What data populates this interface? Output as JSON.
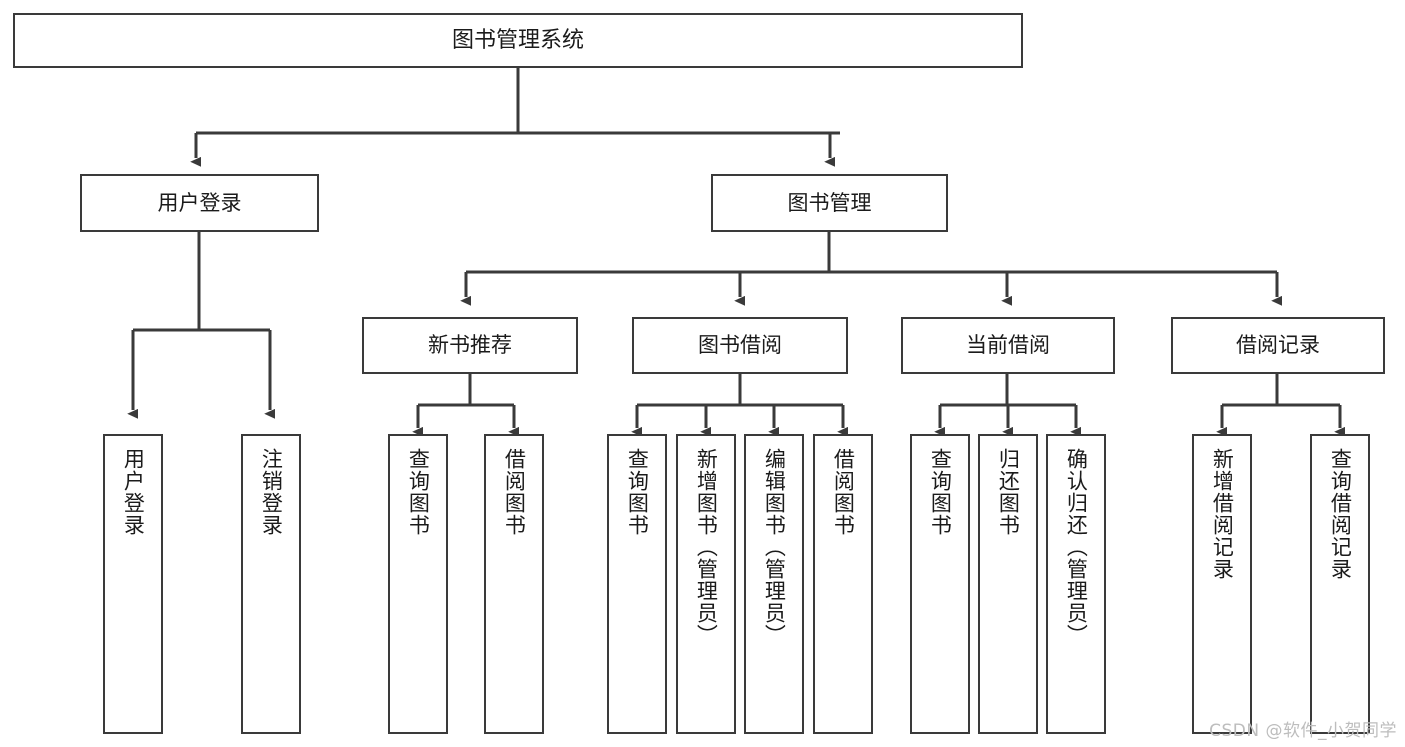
{
  "diagram": {
    "title": "图书管理系统",
    "type": "tree-hierarchy",
    "root": {
      "id": "root",
      "label": "图书管理系统"
    },
    "level1": [
      {
        "id": "user-login",
        "label": "用户登录"
      },
      {
        "id": "book-manage",
        "label": "图书管理"
      }
    ],
    "level2": [
      {
        "id": "new-book-rec",
        "label": "新书推荐",
        "parent": "book-manage"
      },
      {
        "id": "book-borrow",
        "label": "图书借阅",
        "parent": "book-manage"
      },
      {
        "id": "current-borrow",
        "label": "当前借阅",
        "parent": "book-manage"
      },
      {
        "id": "borrow-record",
        "label": "借阅记录",
        "parent": "book-manage"
      }
    ],
    "leaves": [
      {
        "id": "leaf-user-login",
        "label": "用户登录",
        "parent": "user-login"
      },
      {
        "id": "leaf-logout",
        "label": "注销登录",
        "parent": "user-login"
      },
      {
        "id": "leaf-query-book-1",
        "label": "查询图书",
        "parent": "new-book-rec"
      },
      {
        "id": "leaf-borrow-book-1",
        "label": "借阅图书",
        "parent": "new-book-rec"
      },
      {
        "id": "leaf-query-book-2",
        "label": "查询图书",
        "parent": "book-borrow"
      },
      {
        "id": "leaf-add-book",
        "label": "新增图书（管理员）",
        "parent": "book-borrow"
      },
      {
        "id": "leaf-edit-book",
        "label": "编辑图书（管理员）",
        "parent": "book-borrow"
      },
      {
        "id": "leaf-borrow-book-2",
        "label": "借阅图书",
        "parent": "book-borrow"
      },
      {
        "id": "leaf-query-book-3",
        "label": "查询图书",
        "parent": "current-borrow"
      },
      {
        "id": "leaf-return-book",
        "label": "归还图书",
        "parent": "current-borrow"
      },
      {
        "id": "leaf-confirm-return",
        "label": "确认归还（管理员）",
        "parent": "current-borrow"
      },
      {
        "id": "leaf-add-record",
        "label": "新增借阅记录",
        "parent": "borrow-record"
      },
      {
        "id": "leaf-query-record",
        "label": "查询借阅记录",
        "parent": "borrow-record"
      }
    ],
    "colors": {
      "stroke": "#3a3a3a",
      "background": "#ffffff",
      "text": "#1b1b1b",
      "watermark": "#bdbdbd"
    }
  },
  "watermark": {
    "text": "CSDN @软件_小贺同学"
  }
}
